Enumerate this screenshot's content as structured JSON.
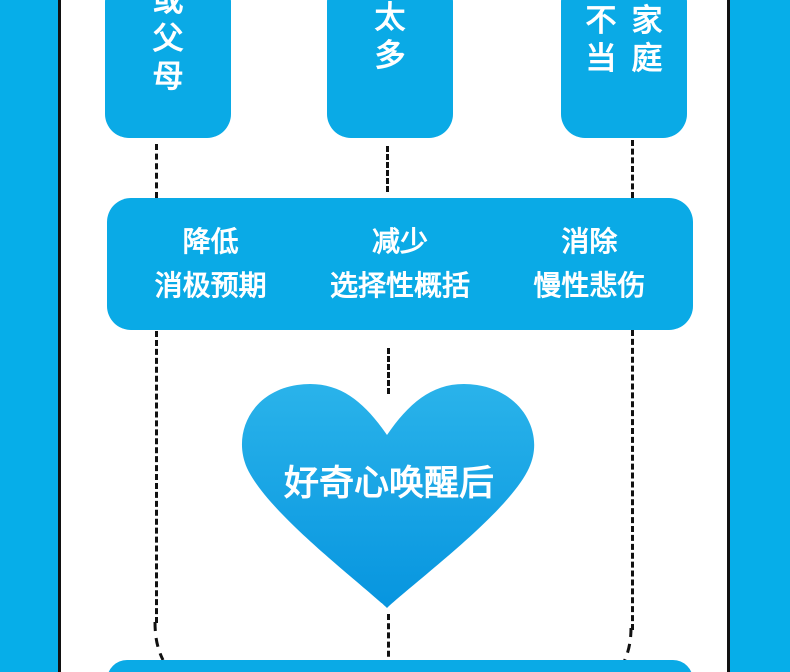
{
  "colors": {
    "background": "#06aee9",
    "box": "#0aaae6",
    "panel": "#ffffff",
    "line": "#111111"
  },
  "top_boxes": [
    {
      "name": "parents-box",
      "text": "或父母"
    },
    {
      "name": "too-much-box",
      "text": "太多"
    },
    {
      "name": "family-box",
      "left_col": "不当",
      "right_col": "家庭"
    }
  ],
  "middle_box": {
    "items": [
      {
        "line1": "降低",
        "line2": "消极预期"
      },
      {
        "line1": "减少",
        "line2": "选择性概括"
      },
      {
        "line1": "消除",
        "line2": "慢性悲伤"
      }
    ]
  },
  "heart": {
    "label": "好奇心唤醒后"
  }
}
